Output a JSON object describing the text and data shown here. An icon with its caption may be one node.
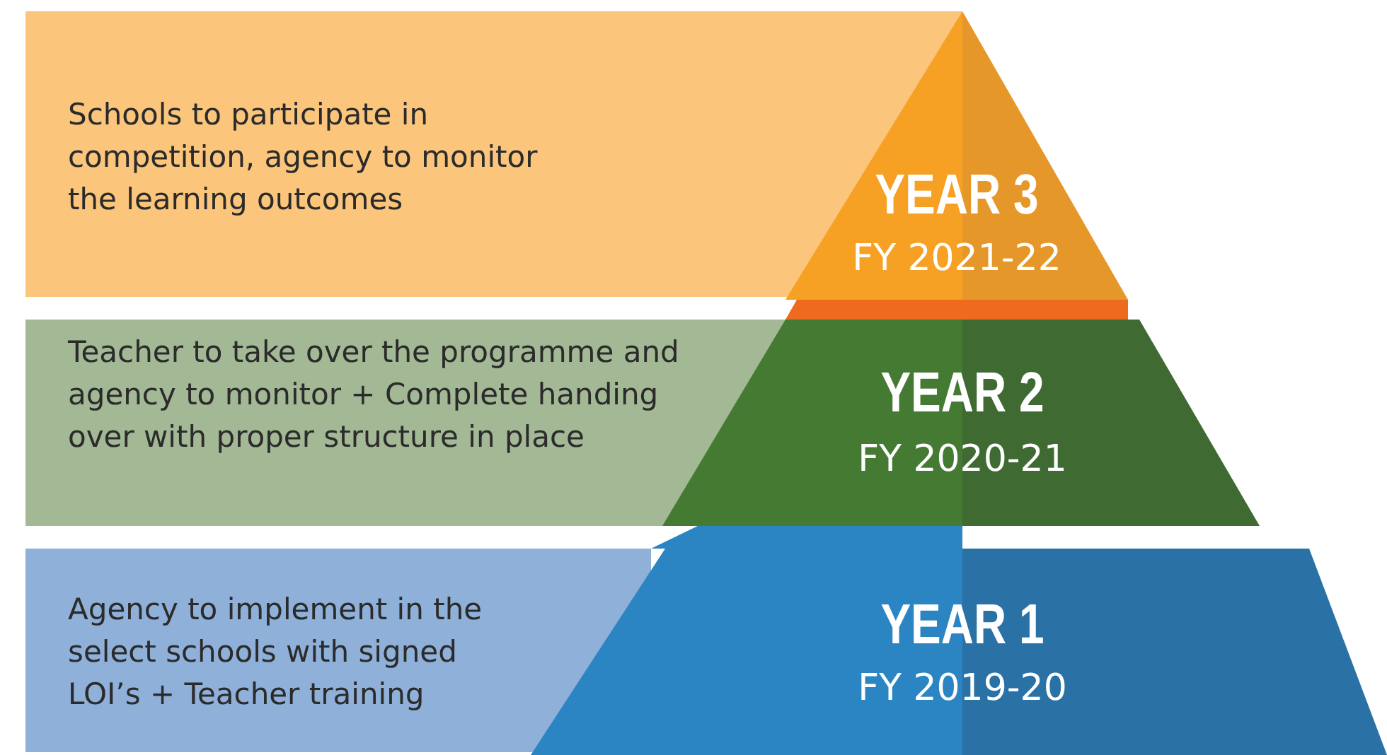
{
  "diagram": {
    "nodes": [
      {
        "text": [
          "Schools to participate in competition, agency to monitor the learning outcomes"
        ]
      },
      {
        "text": [
          "YEAR 3",
          "FY 2021-22"
        ]
      },
      {
        "text": [
          "Teacher to take over the programme and agency to monitor + Complete handing over with proper structure in place"
        ]
      },
      {
        "text": [
          "YEAR 2",
          "FY 2020-21"
        ]
      },
      {
        "text": [
          "Agency to implement in the select schools with signed LOI’s + Teacher training"
        ]
      },
      {
        "text": [
          "YEAR 1",
          "FY 2019-20"
        ]
      }
    ]
  }
}
